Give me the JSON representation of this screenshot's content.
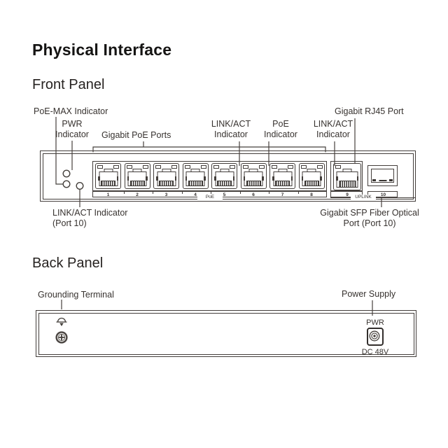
{
  "page": {
    "title": "Physical Interface",
    "front_heading": "Front Panel",
    "back_heading": "Back Panel"
  },
  "colors": {
    "line": "#45403c",
    "text": "#37322f",
    "heading": "#151413"
  },
  "front_panel": {
    "labels": {
      "poe_max": "PoE-MAX Indicator",
      "pwr_line1": "PWR",
      "pwr_line2": "Indicator",
      "gigabit_poe_ports": "Gigabit PoE Ports",
      "link_act_1_line1": "LINK/ACT",
      "link_act_1_line2": "Indicator",
      "poe_ind_line1": "PoE",
      "poe_ind_line2": "Indicator",
      "link_act_2_line1": "LINK/ACT",
      "link_act_2_line2": "Indicator",
      "gigabit_rj45": "Gigabit RJ45 Port",
      "link_act_port10_line1": "LINK/ACT Indicator",
      "link_act_port10_line2": "(Port 10)",
      "sfp_line1": "Gigabit SFP Fiber Optical",
      "sfp_line2": "Port (Port 10)"
    },
    "poe_ports": [
      "1",
      "2",
      "3",
      "4",
      "5",
      "6",
      "7",
      "8"
    ],
    "uplink_port_number": "9",
    "sfp_port_number": "10",
    "poe_group_label": "PoE",
    "uplink_group_label": "UPLINK"
  },
  "back_panel": {
    "labels": {
      "grounding": "Grounding Terminal",
      "power_supply": "Power Supply",
      "pwr": "PWR",
      "dc": "DC 48V"
    }
  }
}
